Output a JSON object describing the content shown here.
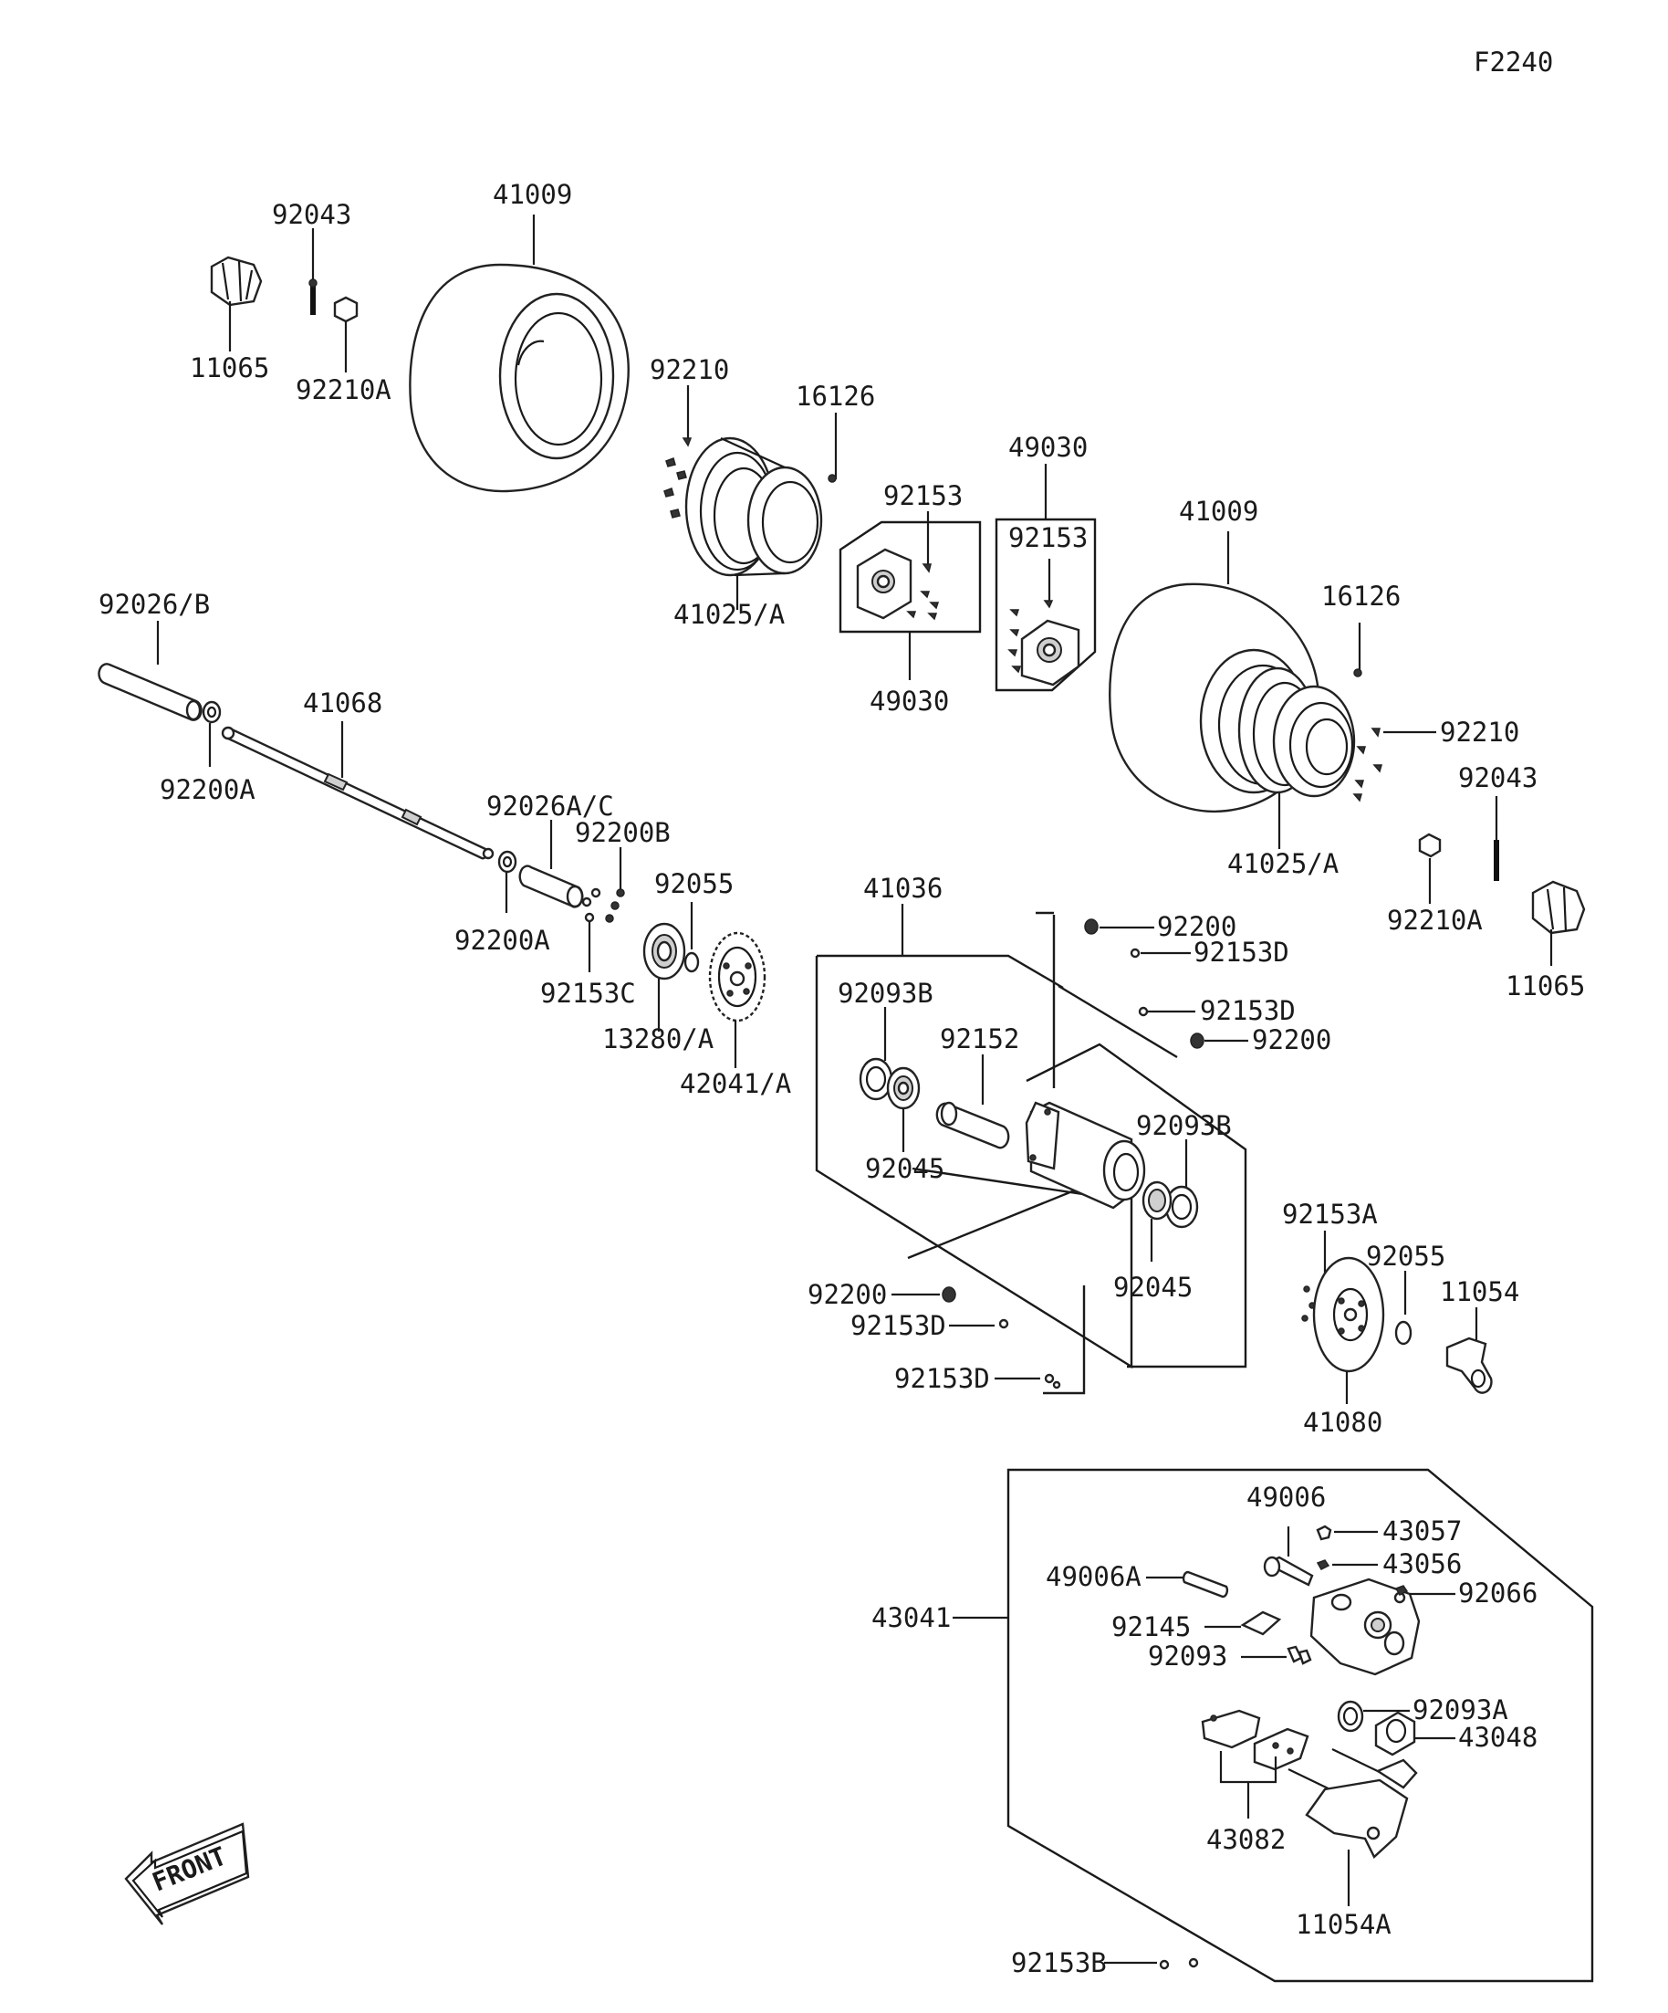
{
  "figure_code": "F2240",
  "front_label": "FRONT",
  "part_numbers": {
    "p11065_l": "11065",
    "p92043_l": "92043",
    "p92210A_l": "92210A",
    "p41009_l": "41009",
    "p92210_l": "92210",
    "p16126_l": "16126",
    "p41025A_l": "41025/A",
    "p92153_a": "92153",
    "p49030_a": "49030",
    "p49030_b": "49030",
    "p92153_b": "92153",
    "p41009_r": "41009",
    "p16126_r": "16126",
    "p92210_r": "92210",
    "p92043_r": "92043",
    "p41025A_r": "41025/A",
    "p92210A_r": "92210A",
    "p11065_r": "11065",
    "p92026B": "92026/B",
    "p41068": "41068",
    "p92200A_1": "92200A",
    "p92026AC": "92026A/C",
    "p92200B": "92200B",
    "p92055_1": "92055",
    "p92200A_2": "92200A",
    "p92153C": "92153C",
    "p13280A": "13280/A",
    "p42041A": "42041/A",
    "p41036": "41036",
    "p92093B_1": "92093B",
    "p92152": "92152",
    "p92045_1": "92045",
    "p92200_1": "92200",
    "p92153D_1": "92153D",
    "p92153D_2": "92153D",
    "p92200_2": "92200",
    "p92093B_2": "92093B",
    "p92045_2": "92045",
    "p92200_3": "92200",
    "p92153D_3": "92153D",
    "p92153D_4": "92153D",
    "p92153A": "92153A",
    "p92055_2": "92055",
    "p11054": "11054",
    "p41080": "41080",
    "p49006": "49006",
    "p43057": "43057",
    "p43056": "43056",
    "p49006A": "49006A",
    "p92066": "92066",
    "p43041": "43041",
    "p92145": "92145",
    "p92093": "92093",
    "p92093A": "92093A",
    "p43048": "43048",
    "p43082": "43082",
    "p11054A": "11054A",
    "p92153B": "92153B"
  }
}
